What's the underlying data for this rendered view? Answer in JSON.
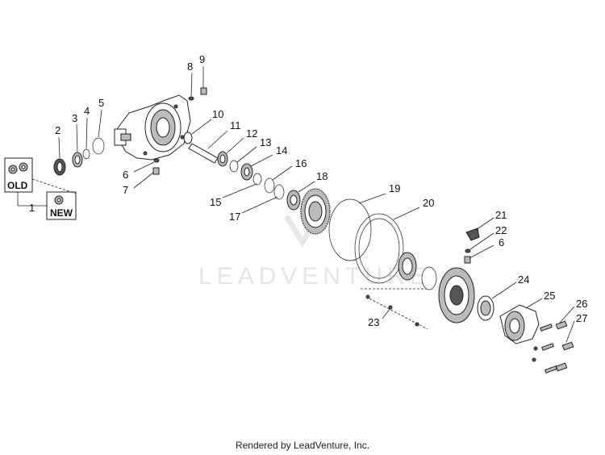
{
  "watermark": "LEADVENTURE",
  "footer": "Rendered by LeadVenture, Inc.",
  "kit_labels": {
    "old": "OLD",
    "new": "NEW"
  },
  "callouts": [
    "1",
    "2",
    "3",
    "4",
    "5",
    "6",
    "7",
    "8",
    "9",
    "10",
    "11",
    "12",
    "13",
    "14",
    "15",
    "16",
    "17",
    "18",
    "19",
    "20",
    "21",
    "22",
    "6",
    "23",
    "24",
    "25",
    "26",
    "27"
  ]
}
